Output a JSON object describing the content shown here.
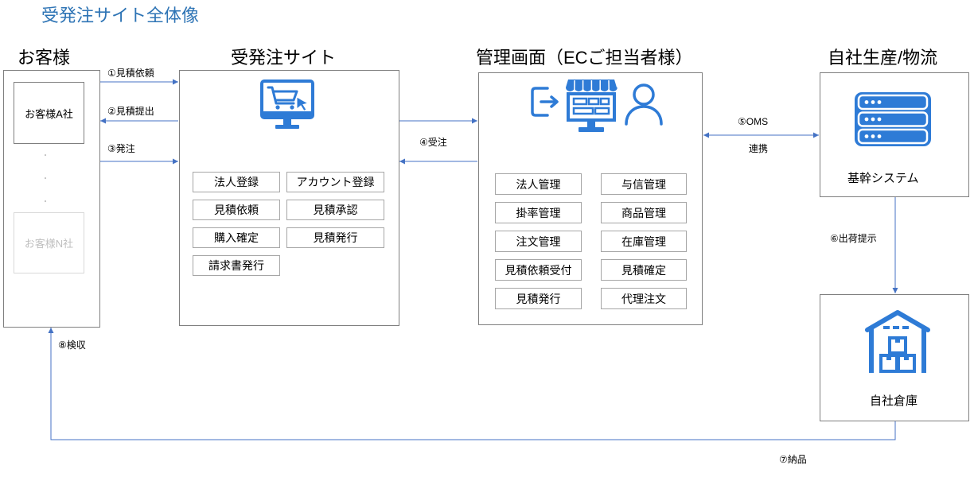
{
  "title": "受発注サイト全体像",
  "colors": {
    "accent": "#2e74b5",
    "arrow": "#4472c4",
    "icon": "#2e7bd6",
    "border": "#7f7f7f",
    "muted": "#bfbfbf"
  },
  "customer": {
    "heading": "お客様",
    "company_a": "お客様A社",
    "dots": [
      "・",
      "・",
      "・"
    ],
    "company_n": "お客様N社"
  },
  "site": {
    "heading": "受発注サイト",
    "icon": "shopping-cart-monitor-icon",
    "functions": [
      "法人登録",
      "アカウント登録",
      "見積依頼",
      "見積承認",
      "購入確定",
      "見積発行",
      "請求書発行"
    ]
  },
  "admin": {
    "heading": "管理画面（ECご担当者様）",
    "icons": [
      "login-icon",
      "storefront-monitor-icon",
      "user-icon"
    ],
    "functions": [
      "法人管理",
      "与信管理",
      "掛率管理",
      "商品管理",
      "注文管理",
      "在庫管理",
      "見積依頼受付",
      "見積確定",
      "見積発行",
      "代理注文"
    ]
  },
  "logistics": {
    "heading": "自社生産/物流",
    "core_system": {
      "icon": "server-icon",
      "label": "基幹システム"
    },
    "warehouse": {
      "icon": "warehouse-icon",
      "label": "自社倉庫"
    }
  },
  "flows": {
    "quote_request": "①見積依頼",
    "quote_submit": "②見積提出",
    "order": "③発注",
    "order_received": "④受注",
    "oms": "⑤OMS",
    "oms_link": "連携",
    "shipping_instruction": "⑥出荷提示",
    "delivery": "⑦納品",
    "inspection": "⑧検収"
  }
}
